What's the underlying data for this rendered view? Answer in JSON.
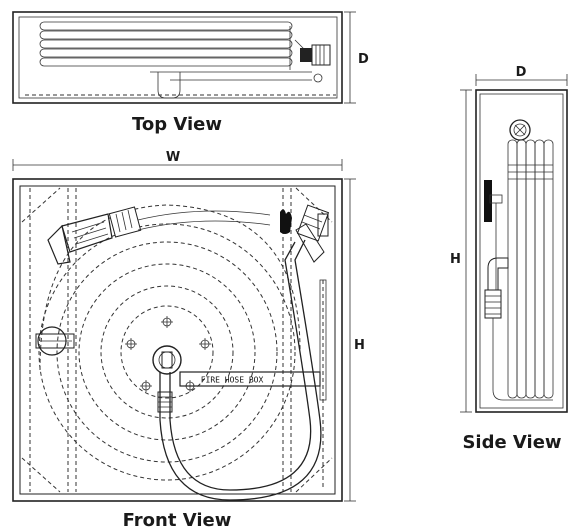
{
  "views": {
    "top": {
      "caption": "Top View",
      "dim_depth": "D"
    },
    "front": {
      "caption": "Front View",
      "dim_width": "W",
      "dim_height": "H",
      "box_label": "FIRE HOSE BOX"
    },
    "side": {
      "caption": "Side View",
      "dim_depth": "D",
      "dim_height": "H"
    }
  },
  "colors": {
    "line": "#222222",
    "fill_dark": "#111111"
  }
}
